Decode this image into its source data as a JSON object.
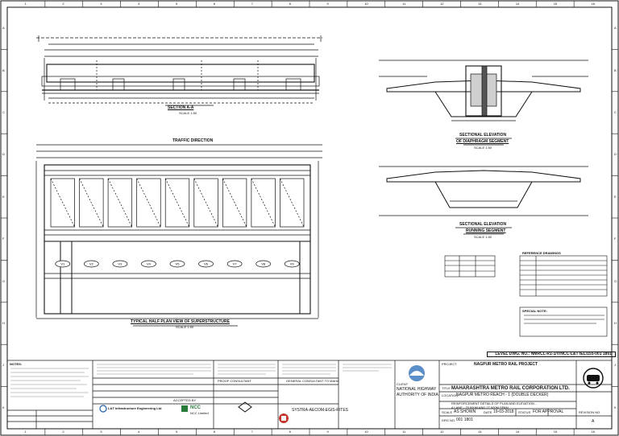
{
  "grid": {
    "columns": [
      "1",
      "2",
      "3",
      "4",
      "5",
      "6",
      "7",
      "8",
      "9",
      "10",
      "11",
      "12",
      "13",
      "14",
      "15",
      "16"
    ],
    "rows": [
      "A",
      "B",
      "C",
      "D",
      "E",
      "F",
      "G",
      "H",
      "J",
      "K"
    ]
  },
  "views": {
    "section_aa": "SECTION A-A",
    "section_aa_scale": "SCALE 1:50",
    "sec_elev_diaphragm_1": "SECTIONAL ELEVATION",
    "sec_elev_diaphragm_2": "OF DIAPHRAGM SEGMENT",
    "sec_elev_diaphragm_scale": "SCALE 1:50",
    "sec_elev_running_1": "SECTIONAL ELEVATION",
    "sec_elev_running_2": "RUNNING SEGMENT",
    "sec_elev_running_scale": "SCALE 1:50",
    "half_plan": "TYPICAL HALF PLAN VIEW OF SUPERSTRUCTURE",
    "half_plan_scale": "SCALE 1:50",
    "traffic_direction": "TRAFFIC DIRECTION",
    "special_note": "SPECIAL NOTE:",
    "reference_drawings": "REFERENCE DRAWINGS"
  },
  "segment_labels": [
    "V1",
    "V2",
    "V3",
    "V4",
    "V5",
    "V6",
    "V7",
    "V8",
    "V9"
  ],
  "title_block": {
    "level_dwg_no": "LEVEL DWG. NO.: NMRCL-R1-1/V/NCC-L&T IEL/155-001 1801",
    "client_label": "CLIENT",
    "client_name_1": "NATIONAL HIGHWAY",
    "client_name_2": "AUTHORITY OF INDIA",
    "project_label": "PROJECT",
    "project_name": "NAGPUR METRO RAIL PROJECT",
    "corp_name": "MAHARASHTRA METRO RAIL CORPORATION LTD.",
    "title_label": "TITLE",
    "title_text_1": "REINFORCEMENT DETAILS OF PLAN AND ELEVATION -",
    "title_text_2": "4 LANE - 25.600M AND 27.600M SPAN",
    "location_label": "LOCATION",
    "location_text": "NAGPUR METRO REACH - 1 (DOUBLE DECKER)",
    "scale_label": "SCALE",
    "scale_value": "AS SHOWN",
    "date_label": "DATE",
    "date_value": "19-03-2018",
    "status_label": "STATUS",
    "status_value": "FOR APPROVAL",
    "dwg_no_label": "DRG NO.",
    "dwg_no_value": "001 1801",
    "revision_label": "REVISION NO.",
    "revision_value": "A",
    "contractor": "L&T Infrastructure Engineering Ltd",
    "ncc": "NCC",
    "ncc_sub": "NCC Limited",
    "systra": "SYSTRA-AECOM-EGIS-RITES",
    "design_consultant": "PROOF CONSULTANT",
    "general_consultant": "GENERAL CONSULTANT TO MAHA",
    "accepted_by": "ACCEPTED BY",
    "notes_label": "NOTES:"
  }
}
